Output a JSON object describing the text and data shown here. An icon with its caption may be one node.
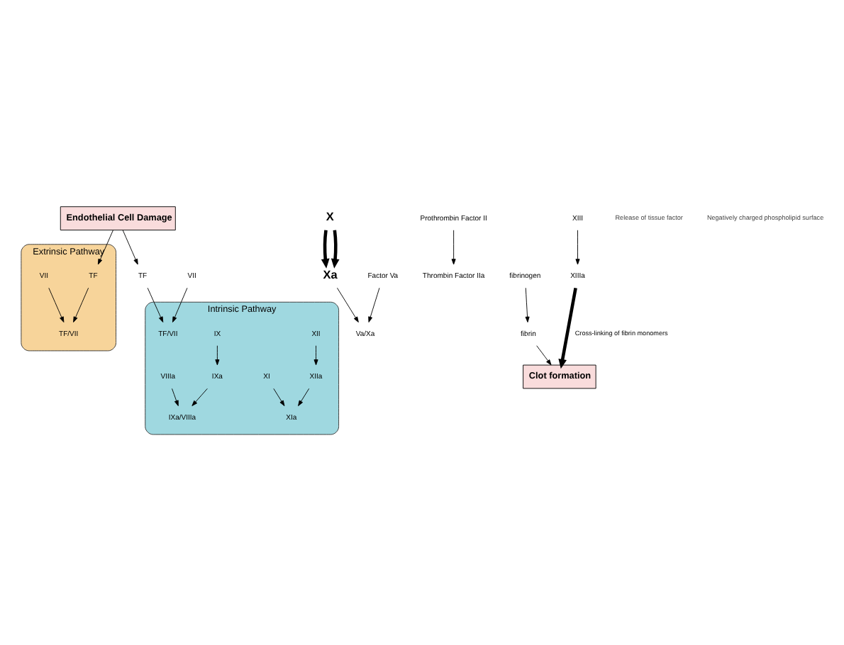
{
  "diagram": {
    "nodes": [
      {
        "text": [
          "Endothelial Cell Damage"
        ]
      },
      {
        "text": [
          "Extrinsic Pathway"
        ]
      },
      {
        "text": [
          "TF"
        ],
        "in": 1
      },
      {
        "text": [
          "VII"
        ],
        "in": 1
      },
      {
        "text": [
          "TF/VII"
        ],
        "in": 1
      },
      {
        "text": [
          "TF"
        ]
      },
      {
        "text": [
          "VII"
        ]
      },
      {
        "text": [
          "Intrinsic Pathway"
        ]
      },
      {
        "text": [
          "XII"
        ],
        "in": 7
      },
      {
        "text": [
          "XIIa"
        ],
        "in": 7
      },
      {
        "text": [
          "XI"
        ],
        "in": 7
      },
      {
        "text": [
          "XIa"
        ],
        "in": 7
      },
      {
        "text": [
          "IX"
        ],
        "in": 7
      },
      {
        "text": [
          "TF/VII"
        ],
        "in": 7
      },
      {
        "text": [
          "IXa"
        ],
        "in": 7
      },
      {
        "text": [
          "IXa/VIIIa"
        ],
        "in": 7
      },
      {
        "text": [
          "VIIIa"
        ],
        "in": 7
      },
      {
        "text": [
          "X"
        ]
      },
      {
        "text": [
          "Xa"
        ]
      },
      {
        "text": [
          "Factor Va"
        ]
      },
      {
        "text": [
          "Va/Xa"
        ]
      },
      {
        "text": [
          "Prothrombin Factor II"
        ]
      },
      {
        "text": [
          "Thrombin Factor IIa"
        ]
      },
      {
        "text": [
          "fibrinogen"
        ]
      },
      {
        "text": [
          "fibrin"
        ]
      },
      {
        "text": [
          "XIII"
        ]
      },
      {
        "text": [
          "XIIIa"
        ]
      },
      {
        "text": [
          "Clot formation"
        ]
      }
    ],
    "edges": [
      {
        "from": 0,
        "to": 2,
        "arrow": "to"
      },
      {
        "from": 0,
        "to": 5,
        "arrow": "to"
      },
      {
        "from": 2,
        "to": 4,
        "arrow": "to"
      },
      {
        "from": 3,
        "to": 4,
        "arrow": "to"
      },
      {
        "from": 5,
        "to": 13,
        "arrow": "to"
      },
      {
        "from": 6,
        "to": 13,
        "arrow": "to"
      },
      {
        "from": 8,
        "to": 9,
        "arrow": "to"
      },
      {
        "from": 9,
        "to": 11,
        "arrow": "to"
      },
      {
        "from": 10,
        "to": 11,
        "arrow": "to"
      },
      {
        "from": 12,
        "to": 14,
        "arrow": "to"
      },
      {
        "from": 14,
        "to": 15,
        "arrow": "to"
      },
      {
        "from": 16,
        "to": 15,
        "arrow": "to"
      },
      {
        "from": 17,
        "to": 18,
        "arrow": "to",
        "style": "thick"
      },
      {
        "from": 17,
        "to": 18,
        "arrow": "to",
        "style": "thick"
      },
      {
        "from": 19,
        "to": 20,
        "arrow": "to"
      },
      {
        "from": 18,
        "to": 20,
        "arrow": "to"
      },
      {
        "from": 21,
        "to": 22,
        "arrow": "to"
      },
      {
        "from": 23,
        "to": 24,
        "arrow": "to"
      },
      {
        "from": 25,
        "to": 26,
        "arrow": "to"
      },
      {
        "from": 26,
        "to": 27,
        "arrow": "to",
        "style": "thick",
        "label": "Cross-linking of fibrin monomers"
      },
      {
        "from": 24,
        "to": 27,
        "arrow": "to"
      }
    ],
    "labels": [
      "Release of tissue factor",
      "Negatively charged phospholipid surface"
    ]
  }
}
